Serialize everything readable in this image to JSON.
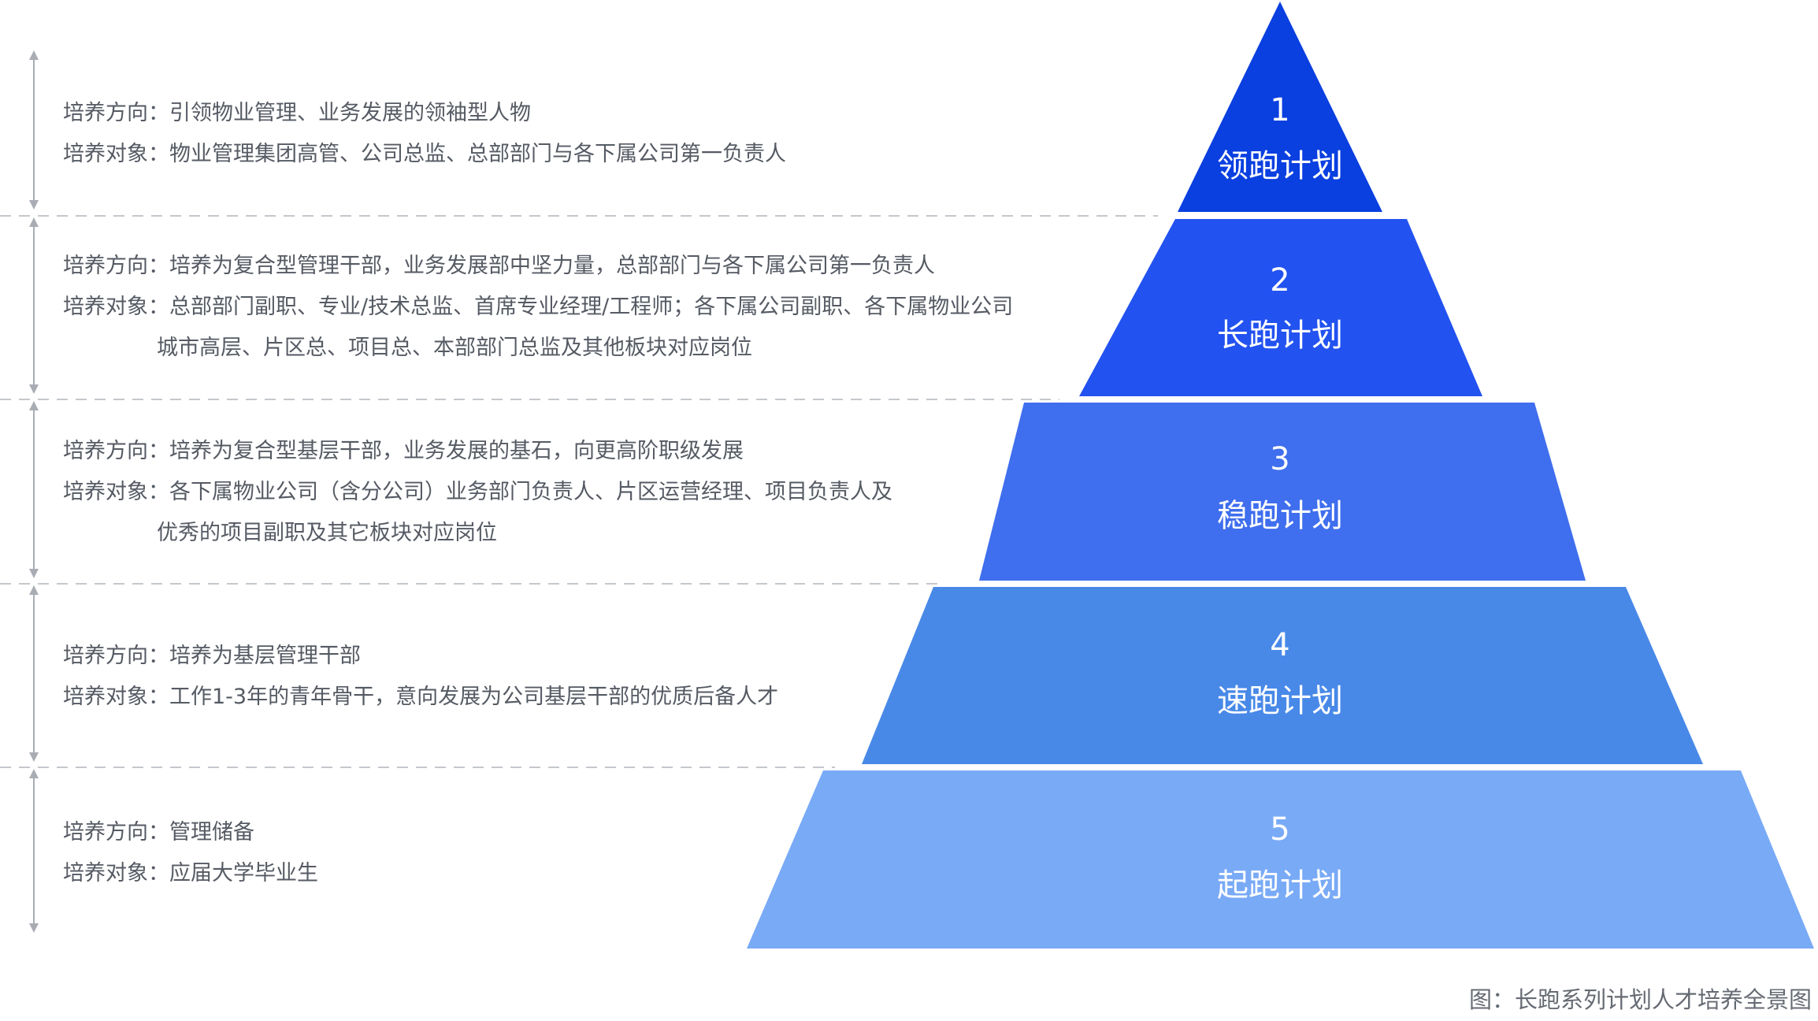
{
  "colors": {
    "tier1": "#0a3fe0",
    "tier2": "#2252f0",
    "tier3": "#3f6eee",
    "tier4": "#4889e8",
    "tier5": "#79aaf6",
    "text": "#555a63",
    "divider": "#c4c7cc"
  },
  "tiers": [
    {
      "number": "1",
      "name": "领跑计划",
      "direction": "培养方向：引领物业管理、业务发展的领袖型人物",
      "target_lines": [
        "培养对象：物业管理集团高管、公司总监、总部部门与各下属公司第一负责人"
      ]
    },
    {
      "number": "2",
      "name": "长跑计划",
      "direction": "培养方向：培养为复合型管理干部，业务发展部中坚力量，总部部门与各下属公司第一负责人",
      "target_lines": [
        "培养对象：总部部门副职、专业/技术总监、首席专业经理/工程师；各下属公司副职、各下属物业公司",
        "城市高层、片区总、项目总、本部部门总监及其他板块对应岗位"
      ]
    },
    {
      "number": "3",
      "name": "稳跑计划",
      "direction": "培养方向：培养为复合型基层干部，业务发展的基石，向更高阶职级发展",
      "target_lines": [
        "培养对象：各下属物业公司（含分公司）业务部门负责人、片区运营经理、项目负责人及",
        "优秀的项目副职及其它板块对应岗位"
      ]
    },
    {
      "number": "4",
      "name": "速跑计划",
      "direction": "培养方向：培养为基层管理干部",
      "target_lines": [
        "培养对象：工作1-3年的青年骨干，意向发展为公司基层干部的优质后备人才"
      ]
    },
    {
      "number": "5",
      "name": "起跑计划",
      "direction": "培养方向：管理储备",
      "target_lines": [
        "培养对象：应届大学毕业生"
      ]
    }
  ],
  "caption": "图：长跑系列计划人才培养全景图"
}
